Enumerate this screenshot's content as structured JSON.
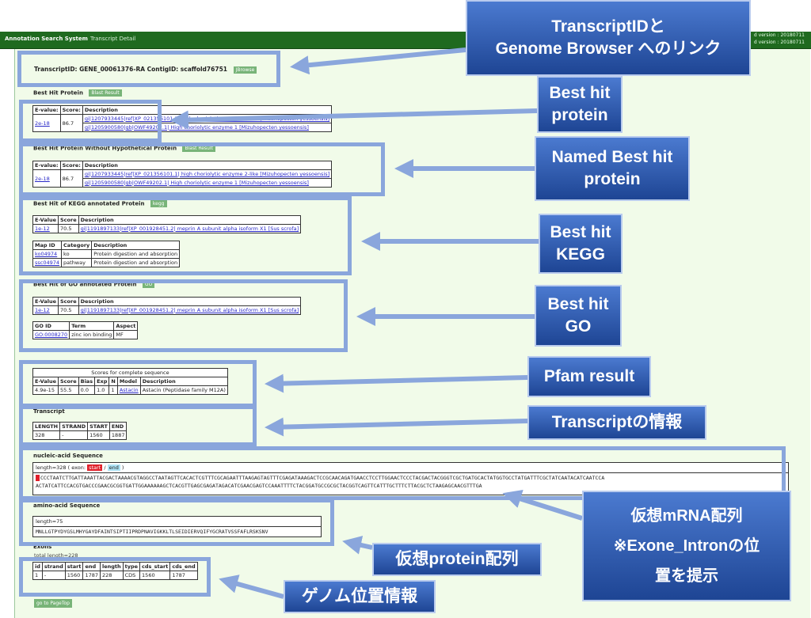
{
  "topbar": {
    "app_title": "Annotation Search System",
    "breadcrumb": "Transcript Detail",
    "version_line1": "d version : 20180711",
    "version_line2": "d version : 20180711"
  },
  "transcript_info": {
    "text": "TranscriptID: GENE_00061376-RA  ContigID: scaffold76751",
    "button": "JBrowse"
  },
  "best_hit_protein": {
    "heading": "Best Hit Protein",
    "button": "Blast Result",
    "headers": [
      "E-value:",
      "Score:",
      "Description"
    ],
    "evalue": "2e-18",
    "score": "86.7",
    "desc1": "gi|1207933445|ref|XP_021356101.1| high choriolytic enzyme 2-like [Mizuhopecten yessoensis]",
    "desc2": "gi|1205900580|gb|OWF49202.1| High choriolytic enzyme 1 [Mizuhopecten yessoensis]"
  },
  "named_best_hit": {
    "heading": "Best Hit Protein Without Hypothetical Protein",
    "button": "Blast Result",
    "headers": [
      "E-value:",
      "Score:",
      "Description"
    ],
    "evalue": "2e-18",
    "score": "86.7",
    "desc1": "gi|1207933445|ref|XP_021356101.1| high choriolytic enzyme 2-like [Mizuhopecten yessoensis]",
    "desc2": "gi|1205900580|gb|OWF49202.1| High choriolytic enzyme 1 [Mizuhopecten yessoensis]"
  },
  "kegg": {
    "heading": "Best Hit of KEGG annotated Protein",
    "button": "kegg",
    "headers": [
      "E-Value",
      "Score",
      "Description"
    ],
    "evalue": "1e-12",
    "score": "70.5",
    "desc": "gi|1191897133|ref|XP_001928451.2| meprin A subunit alpha isoform X1 [Sus scrofa]",
    "map_headers": [
      "Map ID",
      "Category",
      "Description"
    ],
    "maps": [
      {
        "id": "ko04974",
        "category": "ko",
        "desc": "Protein digestion and absorption"
      },
      {
        "id": "ssc04974",
        "category": "pathway",
        "desc": "Protein digestion and absorption"
      }
    ]
  },
  "go": {
    "heading": "Best Hit of GO annotated Protein",
    "button": "GO",
    "headers": [
      "E-Value",
      "Score",
      "Description"
    ],
    "evalue": "1e-12",
    "score": "70.5",
    "desc": "gi|1191897133|ref|XP_001928451.2| meprin A subunit alpha isoform X1 [Sus scrofa]",
    "term_headers": [
      "GO ID",
      "Term",
      "Aspect"
    ],
    "go_id": "GO:0008270",
    "term": "zinc ion binding",
    "aspect": "MF"
  },
  "pfam": {
    "caption": "Scores for complete sequence",
    "headers": [
      "E-Value",
      "Score",
      "Bias",
      "Exp",
      "N",
      "Model",
      "Description"
    ],
    "row": [
      "4.9e-15",
      "55.5",
      "0.0",
      "1.0",
      "1",
      "Astacin",
      "Astacin (Peptidase family M12A)"
    ]
  },
  "transcript": {
    "heading": "Transcript",
    "headers": [
      "LENGTH",
      "STRAND",
      "START",
      "END"
    ],
    "row": [
      "328",
      "-",
      "1560",
      "1887"
    ]
  },
  "nucleic": {
    "heading": "nucleic-acid Sequence",
    "meta_prefix": "length=328  ( exon: ",
    "start_label": "start",
    "slash": " / ",
    "end_label": "end",
    "meta_suffix": " )",
    "line1": "CCCTAATCTTGATTAAATTACGACTAAAACGTAGGCCTAATAGTTCACACTCGTTTCGCAGAATTTAAGAGTAGTTTCGAGATAAAGACTCCGCAACAGATGAACCTCCTTGGAACTCCCTACGACTACGGGTCGCTGATGCACTATGGTGCCTATGATTTCGCTATCAATACATCAATCCA",
    "line2": "ACTATCATTCCACGTGACCCGAACGCGGTGATTGGAAAAAAGCTCACGTTGAGCGAGATAGACATCGAACGAGTCCAAATTTTCTACGGATGCCGCGCTACGGTCAGTTCATTTGCTTTCTTACGCTCTAAGAGCAACGTTTGA"
  },
  "amino": {
    "heading": "amino-acid Sequence",
    "length": "length=75",
    "seq": "MNLLGTPYDYGSLMHYGAYDFAINTSIPTIIPRDPNAVIGKKLTLSEIDIERVQIFYGCRATVSSFAFLRSKSNV"
  },
  "exons": {
    "heading": "Exons",
    "total": "total length=228",
    "headers": [
      "id",
      "strand",
      "start",
      "end",
      "length",
      "type",
      "cds_start",
      "cds_end"
    ],
    "row": [
      "1",
      "-",
      "1560",
      "1787",
      "228",
      "CDS",
      "1560",
      "1787"
    ]
  },
  "go_top": "go to PageTop",
  "callouts": {
    "c1": "TranscriptIDと\nGenome Browser へのリンク",
    "c2": "Best hit\nprotein",
    "c3": "Named Best hit\nprotein",
    "c4": "Best hit\nKEGG",
    "c5": "Best hit\nGO",
    "c6": "Pfam result",
    "c7": "Transcriptの情報",
    "c8": "仮想mRNA配列\n※Exone_Intronの位\n置を提示",
    "c9": "仮想protein配列",
    "c10": "ゲノム位置情報"
  },
  "colors": {
    "header_bar": "#1f6a1f",
    "page_bg": "#f1fbe9",
    "frame": "#8aa6dc",
    "callout": "#2d5bb0",
    "start_mark": "#e0202a",
    "end_mark": "#aee3f5"
  }
}
